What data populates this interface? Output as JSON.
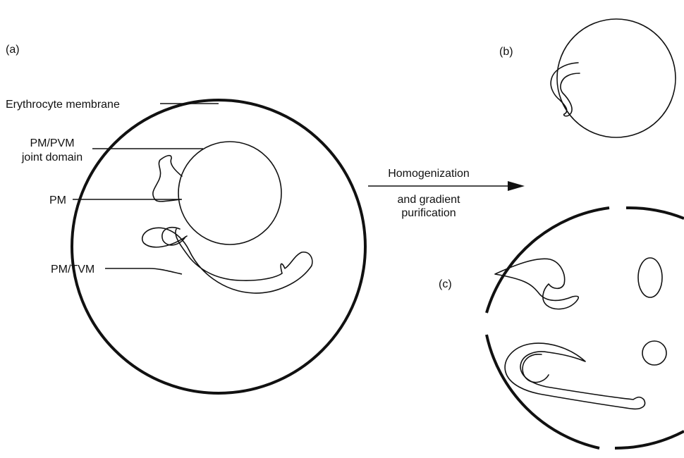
{
  "panels": {
    "a": "(a)",
    "b": "(b)",
    "c": "(c)"
  },
  "labels": {
    "erythrocyte_membrane": "Erythrocyte membrane",
    "pm_pvm_line1": "PM/PVM",
    "pm_pvm_line2": "joint domain",
    "pm": "PM",
    "pm_tvm": "PM/TVM"
  },
  "arrow": {
    "top_label": "Homogenization",
    "bottom_line1": "and gradient",
    "bottom_line2": "purification"
  }
}
